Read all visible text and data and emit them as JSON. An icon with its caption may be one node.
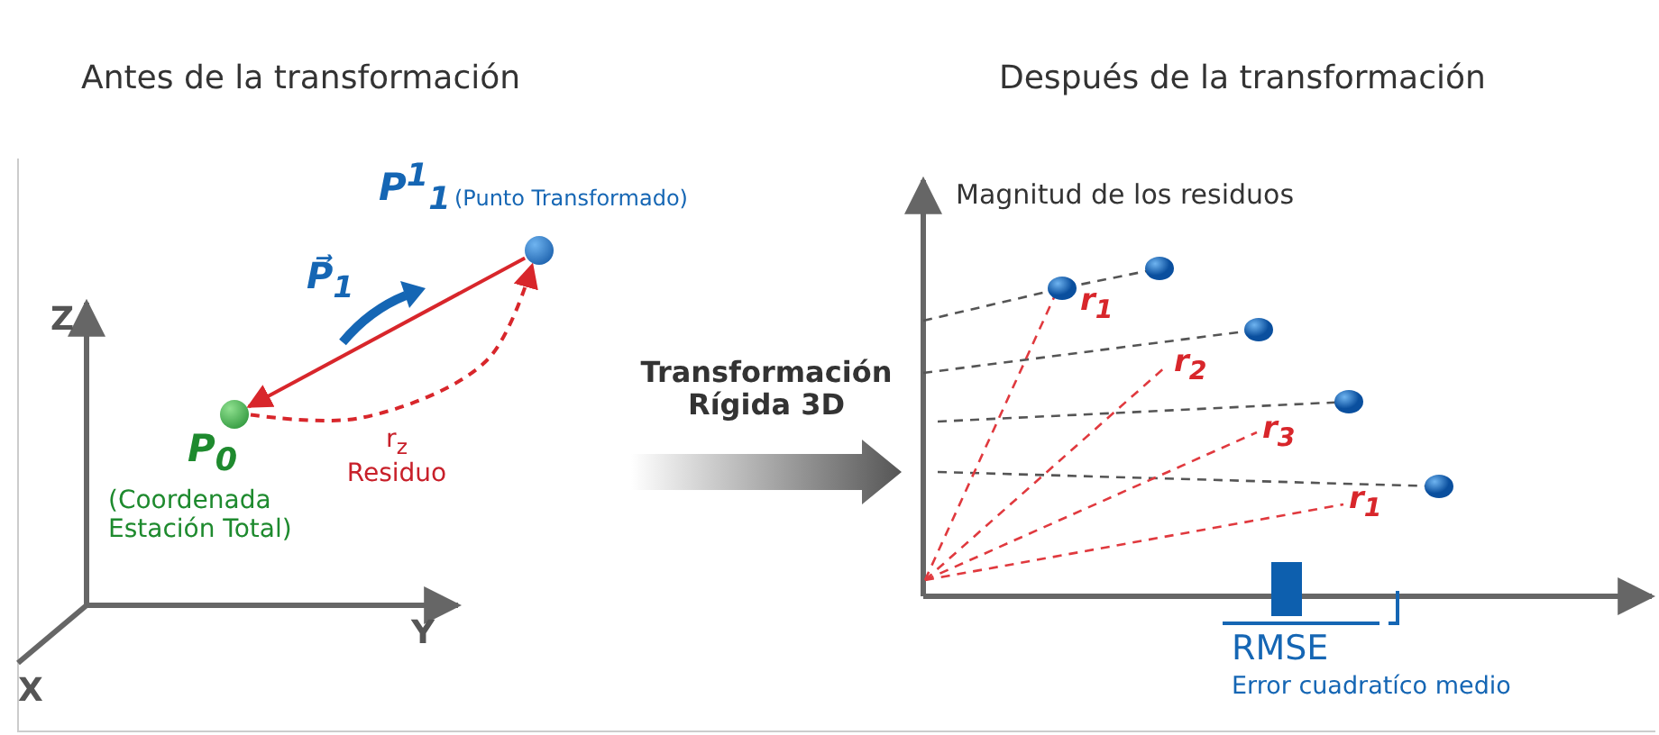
{
  "diagram": {
    "nodes": [
      {
        "text": [],
        "shape": "circle",
        "beside": [
          "P$_{0}$",
          "(Coordenada Estación Total)"
        ]
      },
      {
        "text": [],
        "shape": "circle",
        "beside": [
          "P$^{1}$$_{1}$",
          "(Punto Transformado)"
        ]
      }
    ],
    "edges": [
      {
        "from": 1,
        "to": 0,
        "arrow": "to"
      },
      {
        "from": 0,
        "to": 1,
        "arrow": "to",
        "style": "dashed",
        "label": "r$_{z}$ Residuo"
      }
    ],
    "labels": [
      "Antes de la transformación",
      "Después de la transformación",
      "Z",
      "Y",
      "X",
      "P⃗$_{1}$",
      "Transformación Rígida 3D",
      "Magnitud de los residuos",
      "r$_{1}$",
      "r$_{2}$",
      "r$_{3}$",
      "r$_{1}$",
      "RMSE",
      "Error cuadratíco medio"
    ]
  }
}
